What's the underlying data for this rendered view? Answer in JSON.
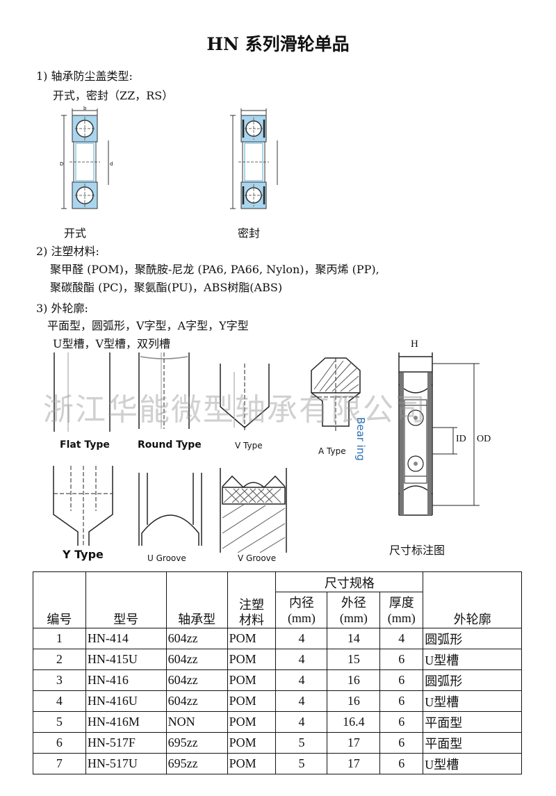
{
  "title": "HN 系列滑轮单品",
  "sections": {
    "s1_heading": "1)  轴承防尘盖类型:",
    "s1_line": "开式，密封（ZZ，RS）",
    "open_caption": "开式",
    "sealed_caption": "密封",
    "s2_heading": "2)  注塑材料:",
    "s2_line1": "聚甲醛 (POM)，聚酰胺-尼龙 (PA6, PA66, Nylon)，聚丙烯 (PP),",
    "s2_line2": "聚碳酸酯 (PC)，聚氨酯(PU)，ABS树脂(ABS)",
    "s3_heading": "3) 外轮廓:",
    "s3_line1": "平面型，圆弧形，V字型，A字型，Y字型",
    "s3_line2": "U型槽，V型槽，双列槽"
  },
  "bearing_labels": {
    "b": "b",
    "D": "D",
    "d": "d"
  },
  "profiles": {
    "flat": "Flat Type",
    "round": "Round Type",
    "v": "V Type",
    "a": "A Type",
    "y": "Y Type",
    "ugroove": "U Groove",
    "vgroove": "V Groove"
  },
  "dimension_drawing": {
    "H": "H",
    "bearing": "Bear ing",
    "ID": "ID",
    "OD": "OD",
    "caption": "尺寸标注图"
  },
  "watermark": "浙江华能微型轴承有限公司",
  "table": {
    "headers": {
      "no": "编号",
      "model": "型号",
      "bearing": "轴承型",
      "material": "注塑\n材料",
      "dims": "尺寸规格",
      "id": "内径\n(mm)",
      "od": "外径\n(mm)",
      "thick": "厚度\n(mm)",
      "profile": "外轮廓"
    },
    "rows": [
      [
        "1",
        "HN-414",
        "604zz",
        "POM",
        "4",
        "14",
        "4",
        "圆弧形"
      ],
      [
        "2",
        "HN-415U",
        "604zz",
        "POM",
        "4",
        "15",
        "6",
        "U型槽"
      ],
      [
        "3",
        "HN-416",
        "604zz",
        "POM",
        "4",
        "16",
        "6",
        "圆弧形"
      ],
      [
        "4",
        "HN-416U",
        "604zz",
        "POM",
        "4",
        "16",
        "6",
        "U型槽"
      ],
      [
        "5",
        "HN-416M",
        "NON",
        "POM",
        "4",
        "16.4",
        "6",
        "平面型"
      ],
      [
        "6",
        "HN-517F",
        "695zz",
        "POM",
        "5",
        "17",
        "6",
        "平面型"
      ],
      [
        "7",
        "HN-517U",
        "695zz",
        "POM",
        "5",
        "17",
        "6",
        "U型槽"
      ]
    ]
  },
  "colors": {
    "bearing_fill": "#a9d6ee",
    "line": "#111111",
    "watermark": "#999999"
  }
}
